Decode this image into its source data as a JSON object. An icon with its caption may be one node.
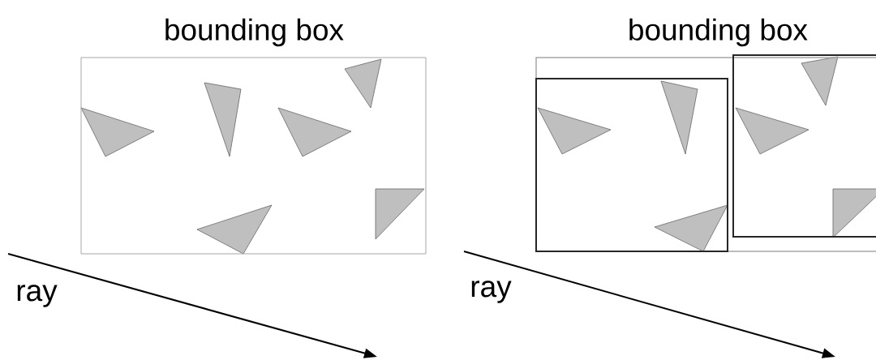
{
  "diagram": {
    "nodes": [
      {
        "text": [
          "bounding box"
        ]
      },
      {
        "text": [
          "bounding box"
        ]
      },
      {
        "text": [],
        "shape": "box",
        "in": 1
      },
      {
        "text": [],
        "shape": "box",
        "in": 1
      }
    ],
    "labels": [
      "ray",
      "ray"
    ]
  }
}
